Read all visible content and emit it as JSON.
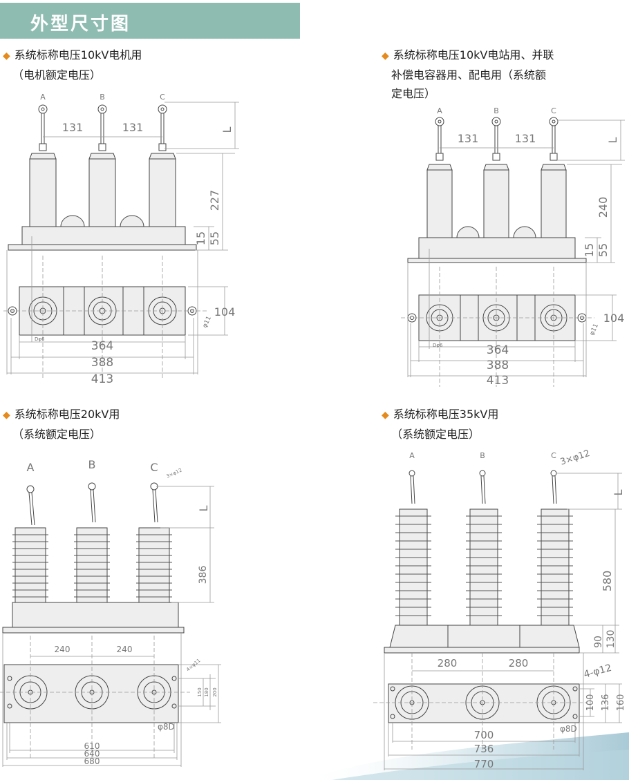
{
  "header": {
    "title": "外型尺寸图"
  },
  "sections": [
    {
      "bullet": "◆",
      "line1": "系统标称电压10kV电机用",
      "line2": "（电机额定电压）",
      "line3": ""
    },
    {
      "bullet": "◆",
      "line1": "系统标称电压10kV电站用、并联",
      "line2": "补偿电容器用、配电用（系统额",
      "line3": "定电压）"
    },
    {
      "bullet": "◆",
      "line1": "系统标称电压20kV用",
      "line2": "（系统额定电压）",
      "line3": ""
    },
    {
      "bullet": "◆",
      "line1": "系统标称电压35kV用",
      "line2": "（系统额定电压）",
      "line3": ""
    }
  ],
  "drawings": {
    "d1": {
      "phase_a": "A",
      "phase_b": "B",
      "phase_c": "C",
      "pitch1": "131",
      "pitch2": "131",
      "len_l": "L",
      "h_main": "227",
      "h_base": "55",
      "h_flange": "15",
      "width_depth": "104",
      "hole": "φ11",
      "ground": "Dφ6",
      "w1": "364",
      "w2": "388",
      "w3": "413"
    },
    "d2": {
      "phase_a": "A",
      "phase_b": "B",
      "phase_c": "C",
      "pitch1": "131",
      "pitch2": "131",
      "len_l": "L",
      "h_main": "240",
      "h_base": "55",
      "h_flange": "15",
      "width_depth": "104",
      "hole": "φ11",
      "ground": "Dφ6",
      "w1": "364",
      "w2": "388",
      "w3": "413"
    },
    "d3": {
      "phase_a": "A",
      "phase_b": "B",
      "phase_c": "C",
      "terminal": "3×φ12",
      "len_l": "L",
      "h_main": "386",
      "pitch1": "240",
      "pitch2": "240",
      "holes": "4×φ11",
      "d_150": "150",
      "d_180": "180",
      "d_200": "200",
      "ground": "φ8D",
      "w1": "610",
      "w2": "640",
      "w3": "680"
    },
    "d4": {
      "phase_a": "A",
      "phase_b": "B",
      "phase_c": "C",
      "terminal": "3×φ12",
      "len_l": "L",
      "h_main": "580",
      "h_130": "130",
      "h_90": "90",
      "pitch1": "280",
      "pitch2": "280",
      "holes": "4-φ12",
      "d_100": "100",
      "d_136": "136",
      "d_160": "160",
      "ground": "φ8D",
      "w1": "700",
      "w2": "736",
      "w3": "770"
    }
  },
  "colors": {
    "banner": "#8fbcb1",
    "bullet": "#e58a1c",
    "body_fill": "#eeeeee",
    "line": "#444444",
    "dim_text": "#777777"
  }
}
